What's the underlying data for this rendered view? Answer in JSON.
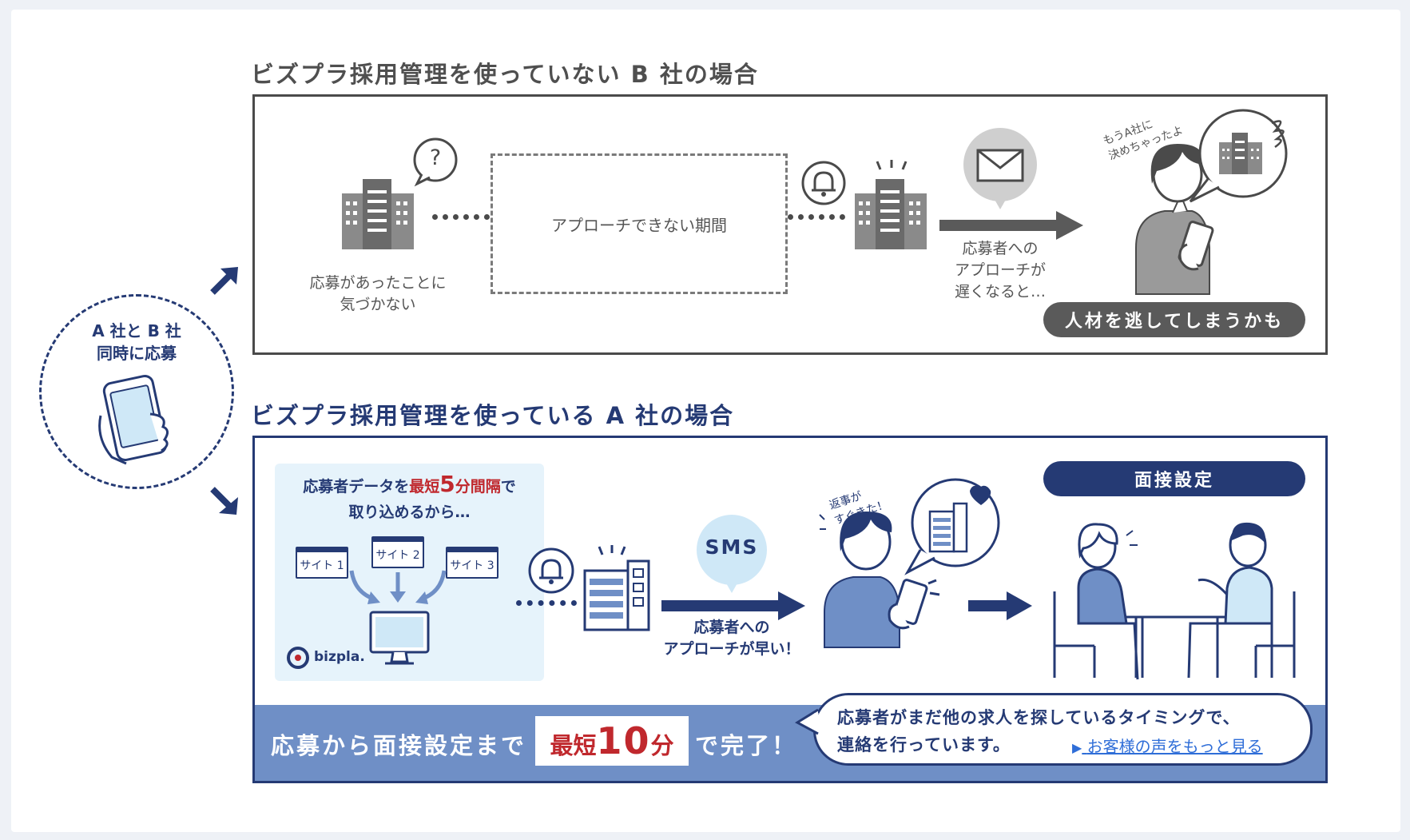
{
  "colors": {
    "navy": "#253a74",
    "gray": "#4a4a4a",
    "red": "#c0282d",
    "band": "#6f8fc6",
    "light": "#e6f3fb",
    "link": "#2f6ed8"
  },
  "left": {
    "line1": "A 社と B 社",
    "line2": "同時に応募"
  },
  "section_b": {
    "heading": "ビズプラ採用管理を使っていない B 社の場合",
    "period_label": "アプローチできない期間",
    "unnoticed_line1": "応募があったことに",
    "unnoticed_line2": "気づかない",
    "question_mark": "?",
    "slow_line1": "応募者への",
    "slow_line2": "アプローチが",
    "slow_line3": "遅くなると…",
    "speech_line1": "もうA社に",
    "speech_line2": "決めちゃったよ",
    "result_pill": "人材を逃してしまうかも"
  },
  "section_a": {
    "heading": "ビズプラ採用管理を使っている A 社の場合",
    "import_prefix": "応募者データを",
    "import_highlight": "最短",
    "import_number": "5",
    "import_suffix_red": "分間隔",
    "import_suffix": "で",
    "import_line2": "取り込めるから…",
    "sites": [
      "サイト 1",
      "サイト 2",
      "サイト 3"
    ],
    "logo_text": "bizpla.",
    "sms": "SMS",
    "fast_line1": "応募者への",
    "fast_line2": "アプローチが早い！",
    "reply_line1": "返事が",
    "reply_line2": "すぐきた！",
    "interview_pill": "面接設定",
    "band_prefix": "応募から面接設定まで",
    "band_highlight": "最短",
    "band_number": "10",
    "band_unit": "分",
    "band_suffix": "で完了！",
    "bubble_line1": "応募者がまだ他の求人を探しているタイミングで、",
    "bubble_line2": "連絡を行っています。",
    "link_arrow": "▶",
    "link_text": "お客様の声をもっと見る"
  }
}
